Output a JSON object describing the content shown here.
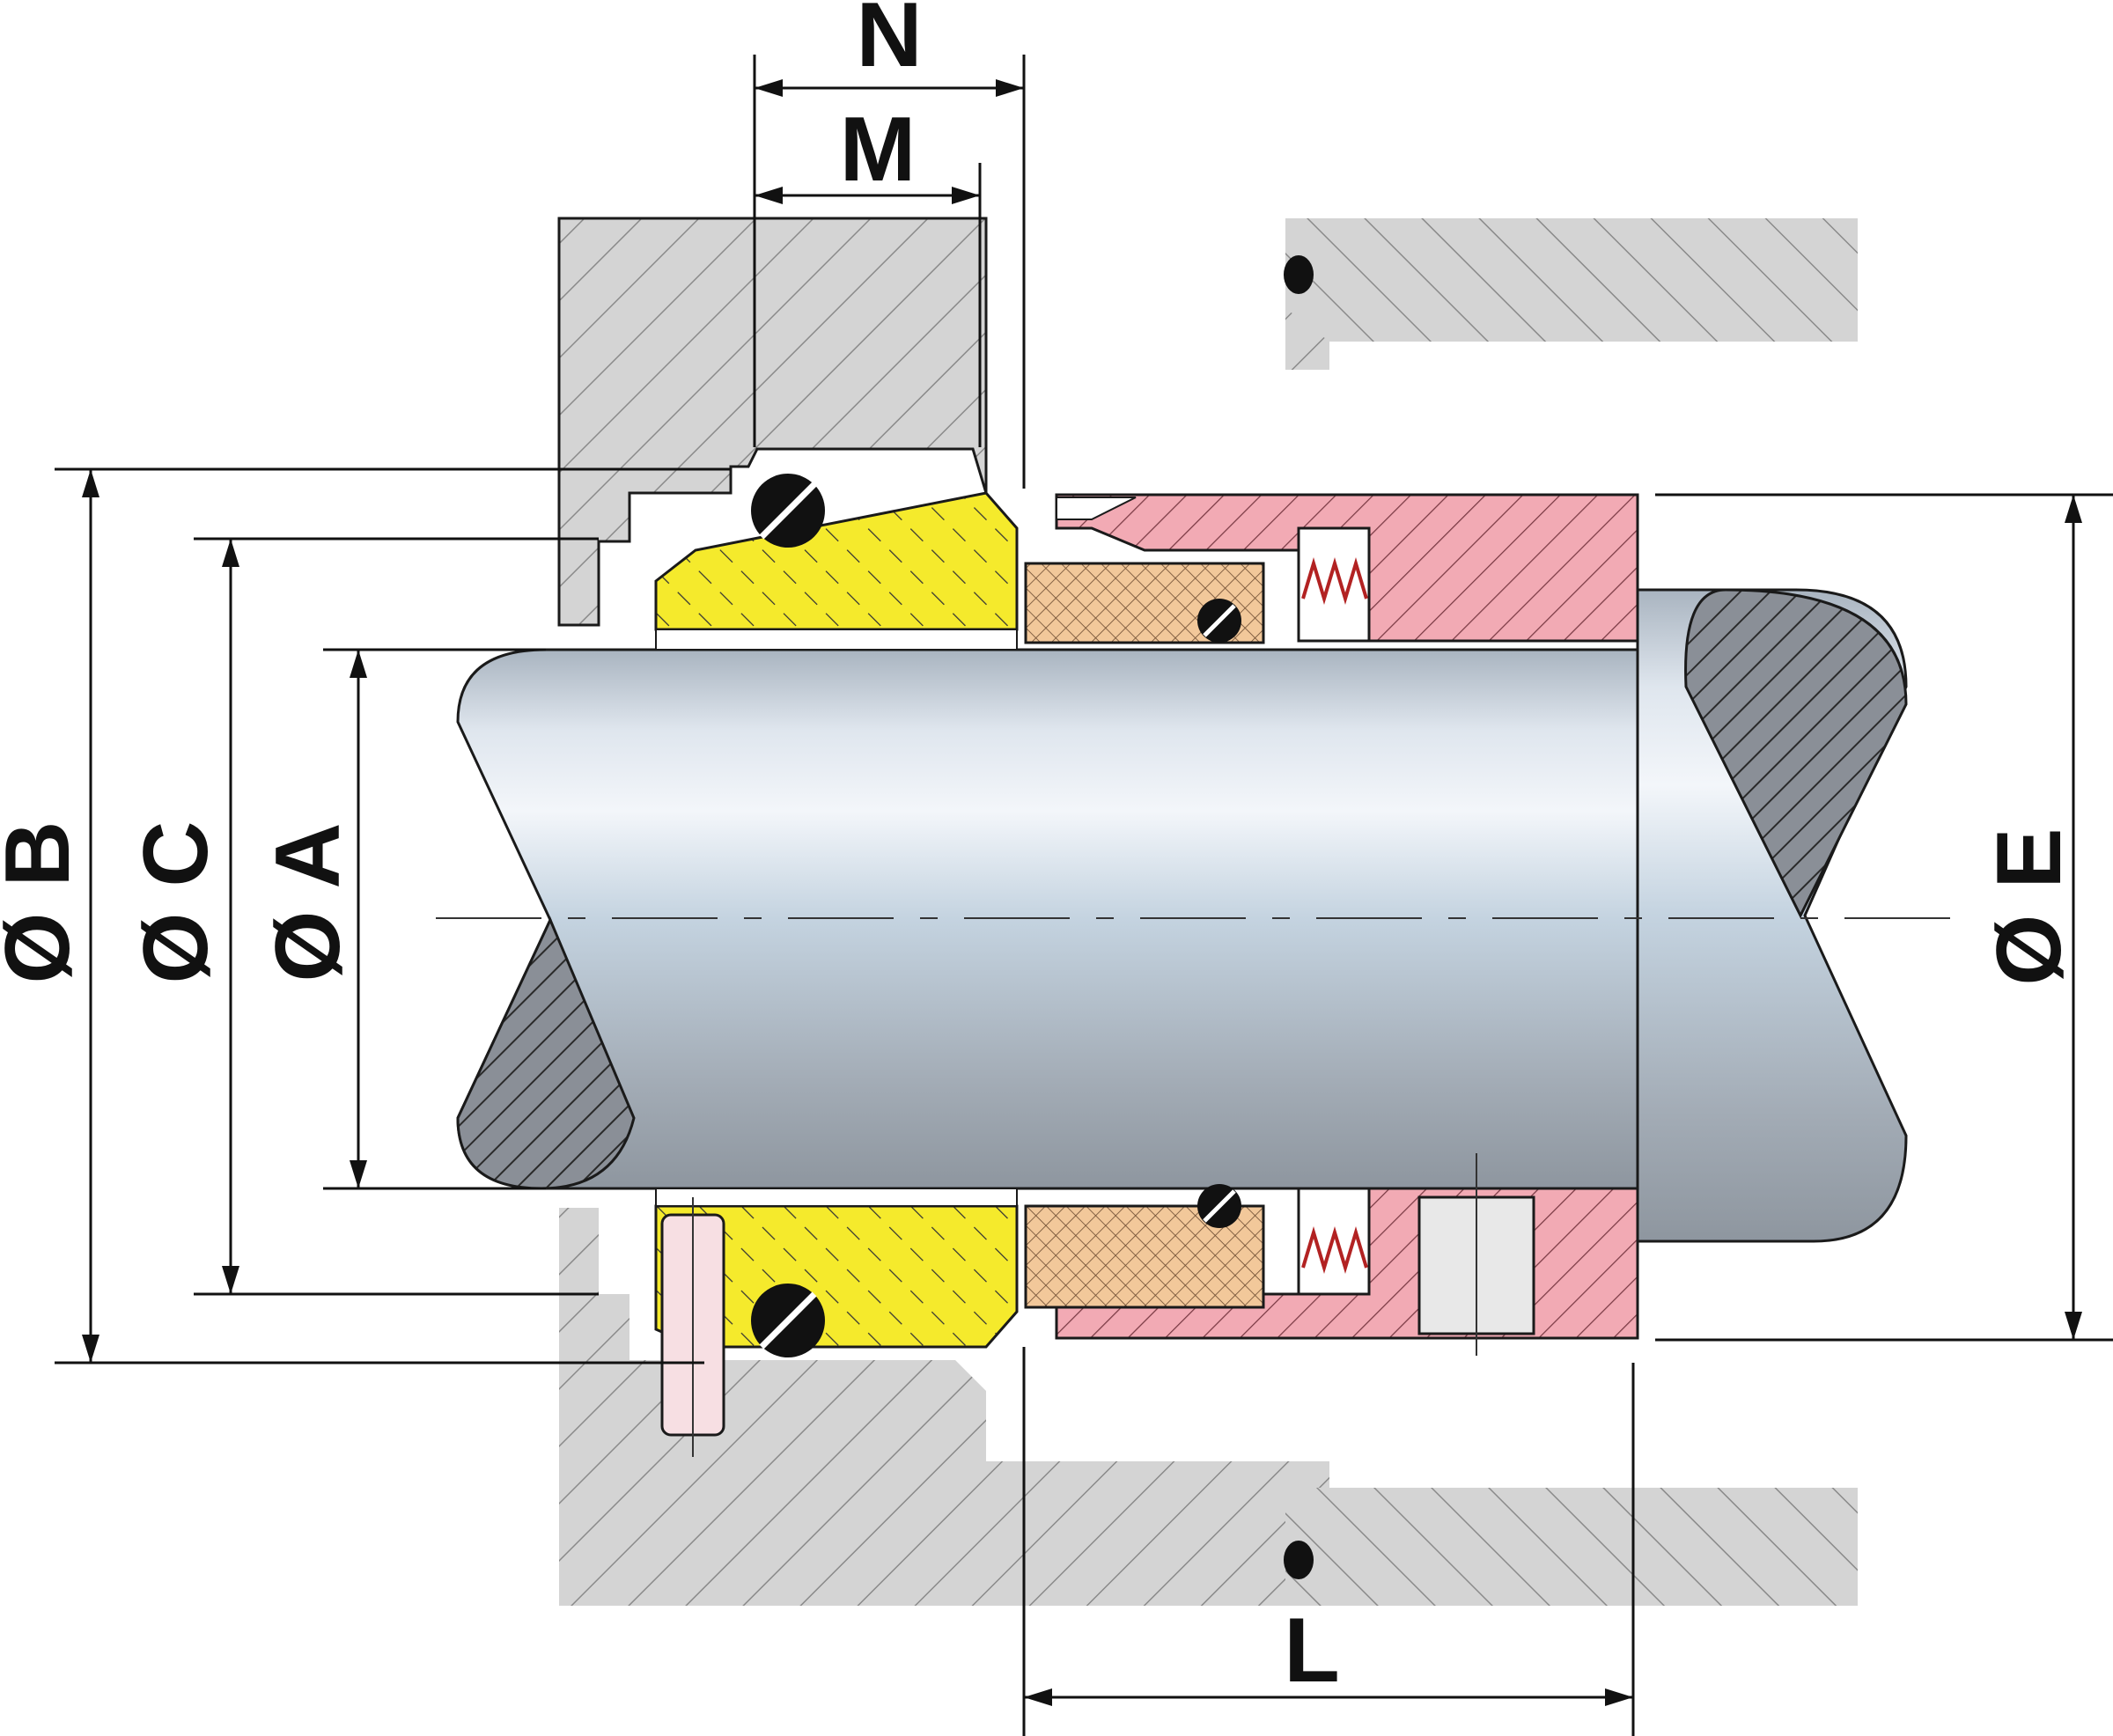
{
  "labels": {
    "n": "N",
    "m": "M",
    "l": "L",
    "dia_b": "Ø B",
    "dia_c": "Ø C",
    "dia_a": "Ø A",
    "dia_e": "Ø E"
  },
  "colors": {
    "housing": "#d4d4d4",
    "seat": "#f5ea2c",
    "face": "#f2c89a",
    "sleeve": "#f2aab4",
    "shaft_light": "#eef3f8",
    "shaft_dark": "#8f9aa6",
    "shaft_end": "#8a8f97",
    "oring": "#111111",
    "pin": "#f7dfe3"
  },
  "icons": {
    "oring": "o-ring-section-icon",
    "spring": "spring-icon",
    "pin": "anti-rotation-pin-icon",
    "screw": "set-screw-icon"
  }
}
